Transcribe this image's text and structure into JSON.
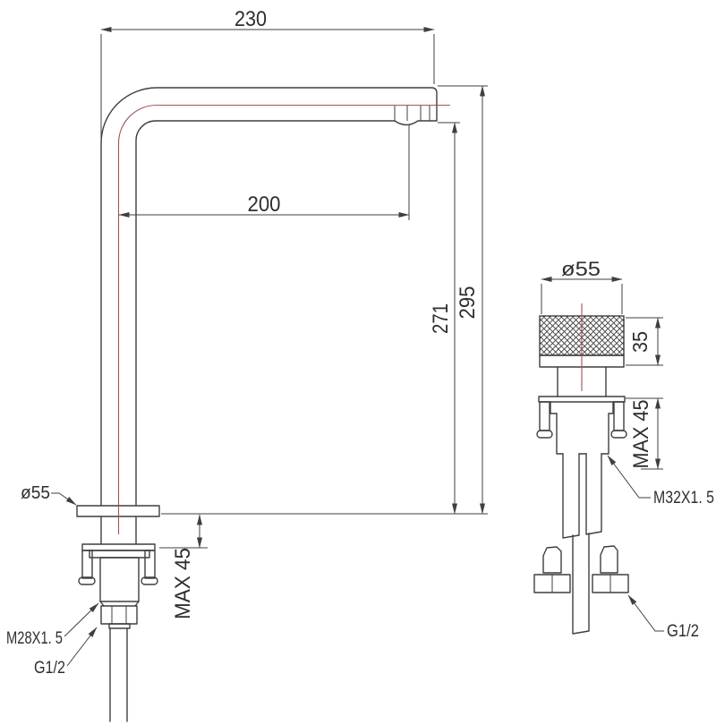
{
  "colors": {
    "line": "#3f3f3f",
    "centerline": "#a05454",
    "background": "#ffffff"
  },
  "front_view": {
    "dim_spout_reach_total": "230",
    "dim_spout_reach": "200",
    "dim_height_to_outlet": "271",
    "dim_height_total": "295",
    "dim_mounting_max": "MAX 45",
    "label_flange_diameter": "ø55",
    "label_thread": "M28X1. 5",
    "label_inlet": "G1/2"
  },
  "side_view": {
    "label_handle_diameter": "ø55",
    "dim_handle_height": "35",
    "dim_mounting_max": "MAX 45",
    "label_thread": "M32X1. 5",
    "label_inlet": "G1/2"
  }
}
